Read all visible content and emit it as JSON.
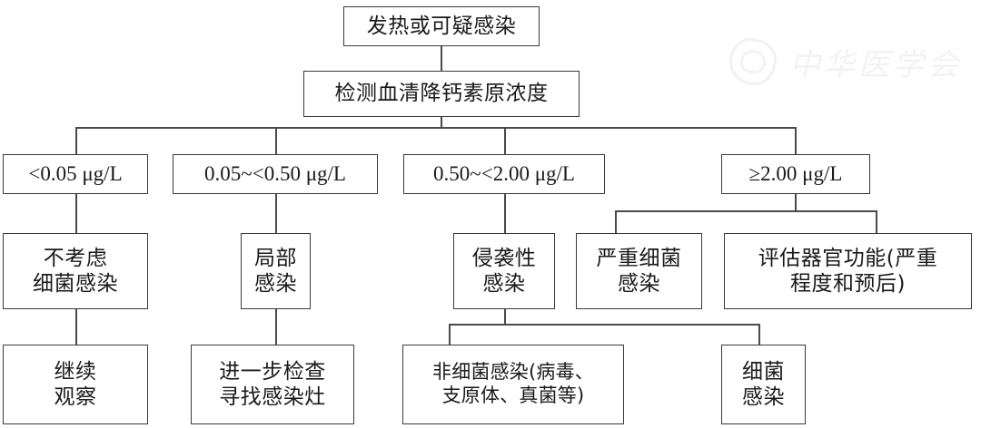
{
  "figure": {
    "kind": "clinical-decision-flowchart",
    "topic": "发热或可疑感染 — 血清降钙素原(PCT)分层处理流程",
    "colors": {
      "box_border": "#3a3a3a",
      "connector": "#4a4a4a",
      "background": "#ffffff",
      "text": "#1a1a1a",
      "watermark": "#f2f2f2"
    }
  },
  "watermark": {
    "text": "中华医学会",
    "seal_label": "seal-emblem"
  },
  "nodes": {
    "start": "发热或可疑感染",
    "test": "检测血清降钙素原浓度",
    "range_1": "<0.05 μg/L",
    "range_2": "0.05~<0.50 μg/L",
    "range_3": "0.50~<2.00 μg/L",
    "range_4": "≥2.00 μg/L",
    "result_1": "不考虑\n细菌感染",
    "result_2": "局部\n感染",
    "result_3": "侵袭性\n感染",
    "result_4a": "严重细菌\n感染",
    "result_4b": "评估器官功能(严重\n程度和预后)",
    "action_1": "继续\n观察",
    "action_2": "进一步检查\n寻找感染灶",
    "action_3a": "非细菌感染(病毒、\n支原体、真菌等)",
    "action_3b": "细菌\n感染"
  }
}
